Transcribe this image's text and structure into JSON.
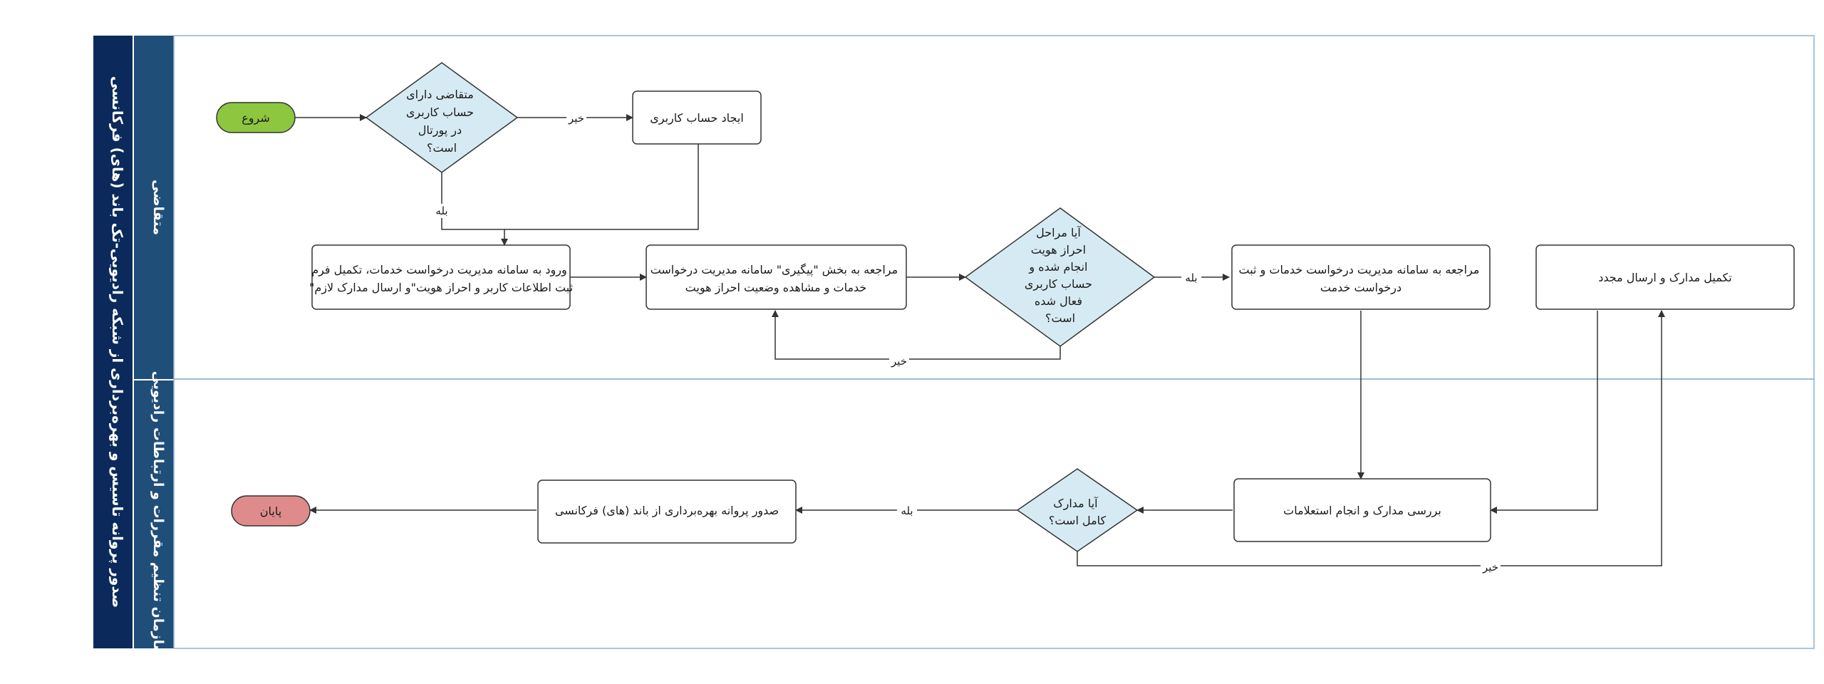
{
  "diagram": {
    "pool_title": "صدور پروانه تاسیس و بهره‌برداری از شبکه رادیویی-تک باند (های) فرکانسی",
    "lanes": {
      "applicant": "متقاضی",
      "regulator": "سازمان تنظیم مقررات و ارتباطات رادیویی"
    },
    "nodes": {
      "start": "شروع",
      "has_account": [
        "متقاضی دارای",
        "حساب کاربری",
        "در پورتال",
        "است؟"
      ],
      "create_account": "ایجاد حساب کاربری",
      "login_form": [
        "ورود به سامانه مدیریت درخواست خدمات، تکمیل فرم",
        "\"ثبت اطلاعات کاربر و احراز هویت\"و ارسال مدارک لازم"
      ],
      "track_status": [
        "مراجعه به بخش \"پیگیری\" سامانه مدیریت درخواست",
        "خدمات و مشاهده وضعیت احراز هویت"
      ],
      "identity_done": [
        "آیا مراحل",
        "احراز هویت",
        "انجام شده و",
        "حساب کاربری",
        "فعال شده",
        "است؟"
      ],
      "submit_request": [
        "مراجعه به سامانه مدیریت درخواست خدمات و ثبت",
        "درخواست خدمت"
      ],
      "complete_docs": "تکمیل مدارک و ارسال مجدد",
      "review_docs": "بررسی مدارک و انجام استعلامات",
      "docs_complete": [
        "آیا مدارک",
        "کامل است؟"
      ],
      "issue_license": "صدور پروانه بهره‌برداری از باند (های) فرکانسی",
      "end": "پایان"
    },
    "edge_labels": {
      "no_1": "خیر",
      "yes_1": "بله",
      "yes_2": "بله",
      "no_2": "خیر",
      "yes_3": "بله",
      "no_3": "خیر"
    },
    "colors": {
      "pool_bar": "#0b2a5b",
      "lane_bar": "#1f4e79",
      "lane_border": "#8fb1d1",
      "decision_fill": "#d6eaf3",
      "start_fill": "#8dc63f",
      "end_fill": "#e08b8b",
      "stroke": "#333333"
    }
  }
}
